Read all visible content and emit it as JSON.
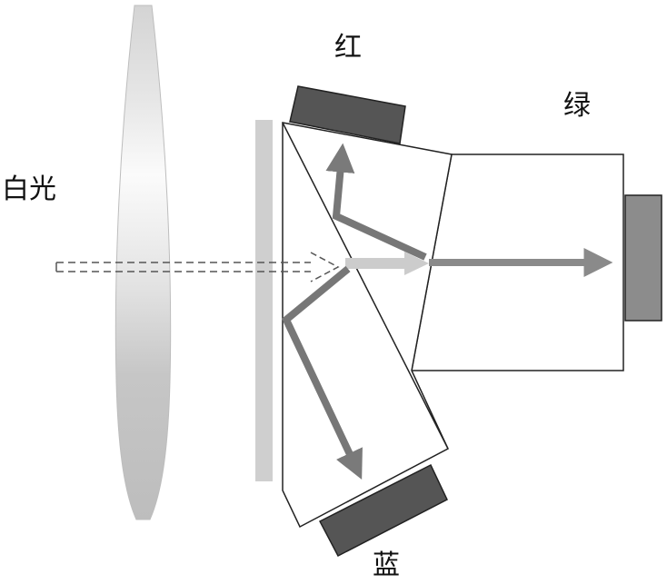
{
  "labels": {
    "white_light": "白光",
    "red": "红",
    "green": "绿",
    "blue": "蓝"
  },
  "colors": {
    "sensor": "#555555",
    "green_sensor": "#8c8c8c",
    "filter_bar": "#cfcfcf",
    "red_beam": "#777777",
    "blue_beam": "#777777",
    "green_beam": "#8a8a8a",
    "white_beam": "#cccccc"
  }
}
